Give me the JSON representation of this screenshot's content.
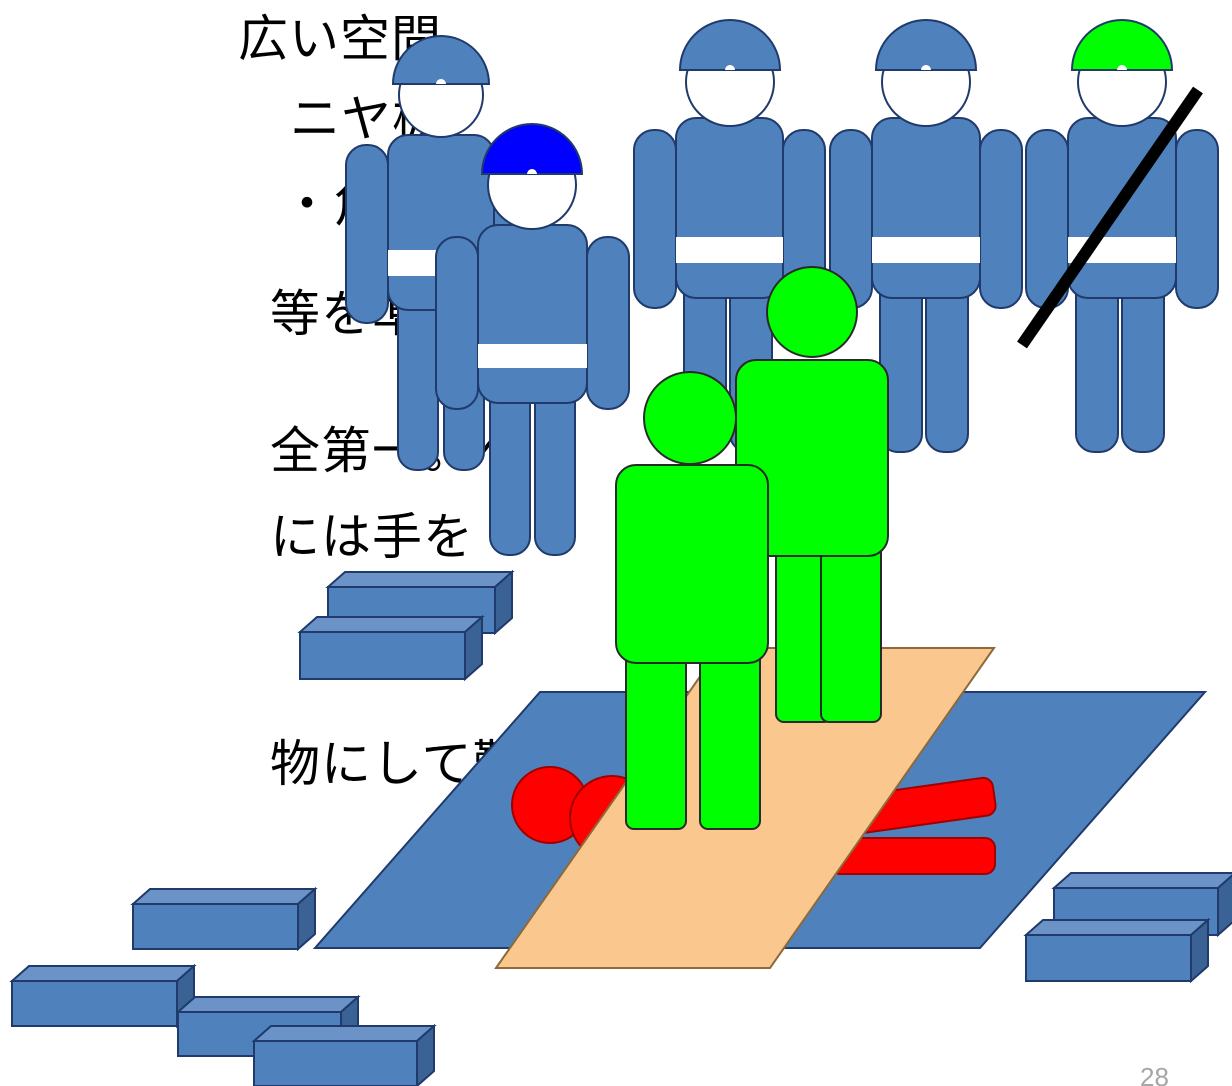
{
  "text": {
    "l1": "広い空間。",
    "l2": "ニヤ板・",
    "l3": "・角材・",
    "l4": "等を準備。",
    "l5": "全第一。べ",
    "l6": "には手を",
    "l7": "物にして難"
  },
  "page_number": "28",
  "colors": {
    "worker_blue": "#4f81bd",
    "helmet_dark_blue": "#0000ff",
    "rescuer_green": "#00ff00",
    "victim_red": "#ff0000",
    "board_beige": "#fac88f",
    "belt_white": "#ffffff",
    "block_blue": "#4f81bd"
  }
}
